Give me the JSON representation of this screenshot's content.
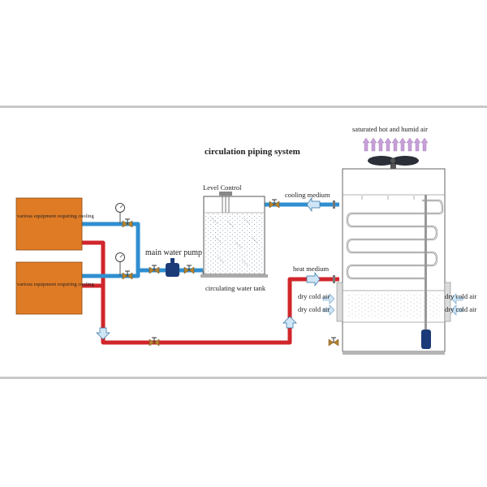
{
  "diagram": {
    "title": "circulation piping system",
    "equipment": [
      {
        "label": "various equipment requiring cooling"
      },
      {
        "label": "various equipment requiring cooling"
      }
    ],
    "pump_label": "main water pump",
    "tank": {
      "level_control_label": "Level Control",
      "tank_label": "circulating water tank"
    },
    "flows": {
      "cooling_medium": "cooling medium",
      "heat_medium": "heat medium",
      "exhaust": "saturated hot and humid air"
    },
    "air_inlets": {
      "left_top": "dry cold air",
      "left_bottom": "dry cold air",
      "right_top": "dry cold air",
      "right_bottom": "dry cold air"
    },
    "colors": {
      "hot_pipe": "#d0262b",
      "cold_pipe": "#2f8fd0",
      "equipment": "#e07b25",
      "valve": "#b7822e",
      "pump": "#1a3a78",
      "exhaust_arrows": "#c8a0d8",
      "divider": "#c8c8c8"
    }
  }
}
